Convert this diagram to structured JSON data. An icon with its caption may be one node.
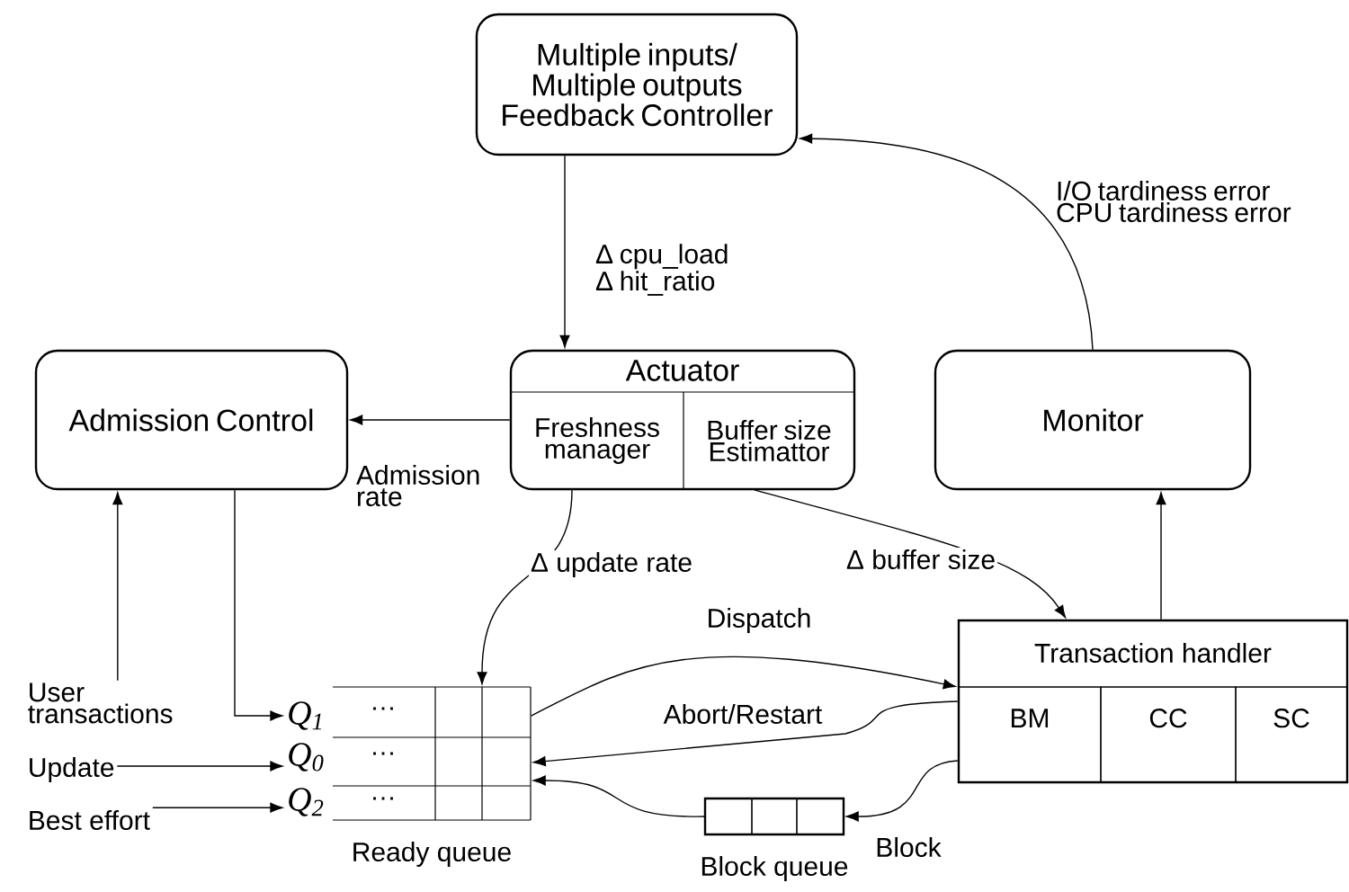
{
  "diagram": {
    "nodes": [
      {
        "text": [
          "Multiple inputs/ Multiple outputs Feedback Controller"
        ]
      },
      {
        "text": [
          "Actuator"
        ]
      },
      {
        "text": [
          "Freshness manager"
        ],
        "in": 1
      },
      {
        "text": [
          "Buffer size Estimattor"
        ],
        "in": 1
      },
      {
        "text": [
          "Admission Control"
        ]
      },
      {
        "text": [
          "Monitor"
        ]
      },
      {
        "text": [
          "Transaction handler"
        ]
      },
      {
        "text": [
          "BM"
        ],
        "in": 6
      },
      {
        "text": [
          "CC"
        ],
        "in": 6
      },
      {
        "text": [
          "SC"
        ],
        "in": 6
      },
      {
        "text": [],
        "shape": "box",
        "beside": [
          "Ready queue"
        ]
      },
      {
        "text": [
          "Q$_{1}$"
        ]
      },
      {
        "text": [
          "Q$_{0}$"
        ]
      },
      {
        "text": [
          "Q$_{2}$"
        ]
      },
      {
        "text": [
          "User transactions"
        ]
      },
      {
        "text": [
          "Update"
        ]
      },
      {
        "text": [
          "Best effort"
        ]
      },
      {
        "text": [],
        "shape": "box",
        "beside": [
          "Block queue"
        ]
      }
    ],
    "edges": [
      {
        "from": 0,
        "to": 1,
        "arrow": "to",
        "label": "Δ cpu_load Δ hit_ratio"
      },
      {
        "from": 5,
        "to": 0,
        "arrow": "to",
        "label": "I/O tardiness error CPU tardiness error"
      },
      {
        "from": 1,
        "to": 4,
        "arrow": "to",
        "label": "Admission rate"
      },
      {
        "from": 2,
        "to": 10,
        "arrow": "to",
        "label": "Δ update rate"
      },
      {
        "from": 3,
        "to": 6,
        "arrow": "to",
        "label": "Δ buffer size"
      },
      {
        "from": 6,
        "to": 5,
        "arrow": "to"
      },
      {
        "from": 10,
        "to": 6,
        "arrow": "to",
        "label": "Dispatch"
      },
      {
        "from": 6,
        "to": 10,
        "arrow": "to",
        "label": "Abort/Restart"
      },
      {
        "from": 6,
        "to": 17,
        "arrow": "to",
        "label": "Block"
      },
      {
        "from": 17,
        "to": 10,
        "arrow": "to"
      },
      {
        "from": 14,
        "to": 4,
        "arrow": "to"
      },
      {
        "from": 4,
        "to": 11,
        "arrow": "to"
      },
      {
        "from": 15,
        "to": 12,
        "arrow": "to"
      },
      {
        "from": 16,
        "to": 13,
        "arrow": "to"
      }
    ],
    "labels": [
      "…",
      "…",
      "…"
    ]
  }
}
